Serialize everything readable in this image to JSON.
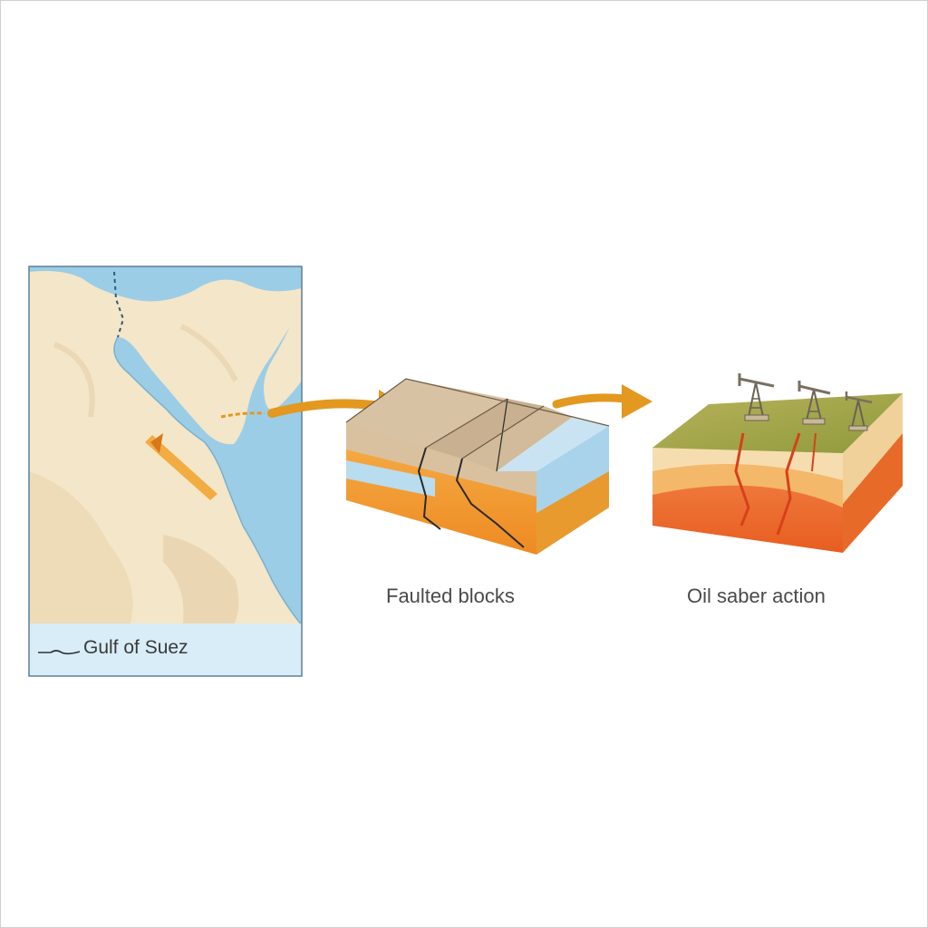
{
  "map": {
    "legend_text": "Gulf of Suez",
    "colors": {
      "land": "#f4e6c8",
      "water": "#9ccde6",
      "legend_band": "#d8edf7",
      "arrow": "#e3981f"
    }
  },
  "steps": [
    {
      "caption": "Faulted blocks"
    },
    {
      "caption": "Oil saber action"
    }
  ],
  "icons": [
    "map-panel",
    "faulted-blocks-diagram",
    "oil-field-diagram",
    "pumpjack-icon",
    "flow-arrow"
  ]
}
